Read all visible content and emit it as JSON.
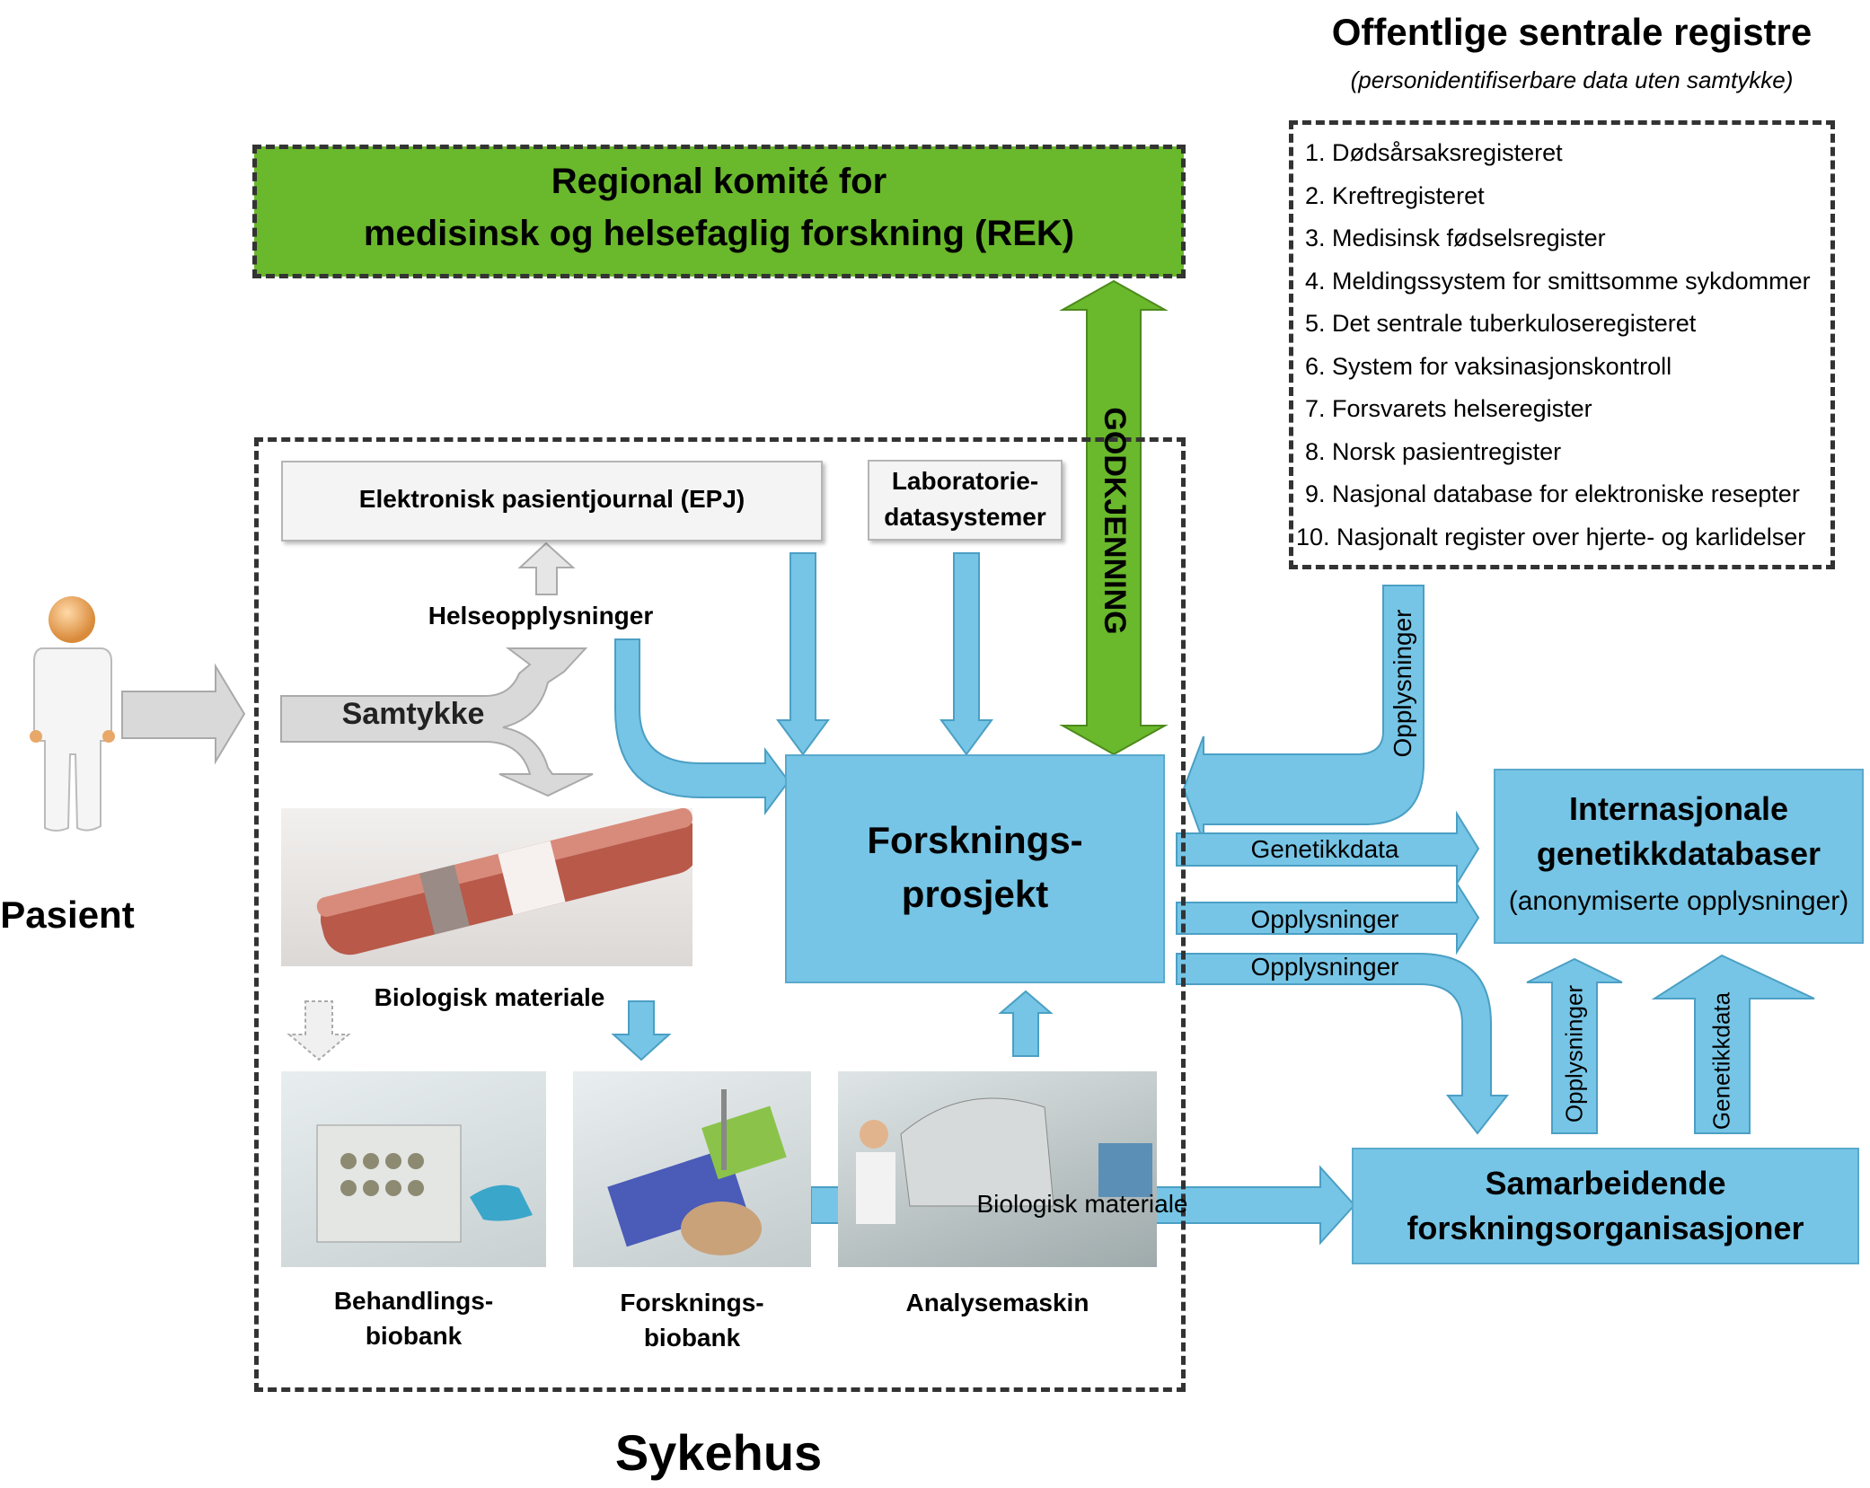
{
  "rek": {
    "line1": "Regional komité for",
    "line2": "medisinsk og helsefaglig forskning (REK)"
  },
  "registries": {
    "title": "Offentlige sentrale registre",
    "subtitle": "(personidentifiserbare data uten samtykke)",
    "items": [
      "1. Dødsårsaksregisteret",
      "2. Kreftregisteret",
      "3. Medisinsk fødselsregister",
      "4. Meldingssystem for smittsomme sykdommer",
      "5. Det sentrale tuberkuloseregisteret",
      "6. System for vaksinasjonskontroll",
      "7. Forsvarets helseregister",
      "8. Norsk pasientregister",
      "9. Nasjonal database for elektroniske resepter",
      "10. Nasjonalt register over hjerte- og karlidelser"
    ]
  },
  "patient": {
    "label": "Pasient"
  },
  "hospital": {
    "label": "Sykehus",
    "epj": "Elektronisk pasientjournal (EPJ)",
    "lab_line1": "Laboratorie-",
    "lab_line2": "datasystemer",
    "helseopplysninger": "Helseopplysninger",
    "samtykke": "Samtykke",
    "biologisk_materiale": "Biologisk materiale",
    "behandlingsbiobank_line1": "Behandlings-",
    "behandlingsbiobank_line2": "biobank",
    "forskningsbiobank_line1": "Forsknings-",
    "forskningsbiobank_line2": "biobank",
    "analysemaskin": "Analysemaskin"
  },
  "project": {
    "line1": "Forsknings-",
    "line2": "prosjekt"
  },
  "godkjenning": "GODKJENNING",
  "international": {
    "line1": "Internasjonale",
    "line2": "genetikkdatabaser",
    "line3": "(anonymiserte opplysninger)"
  },
  "partners": {
    "line1": "Samarbeidende",
    "line2": "forskningsorganisasjoner"
  },
  "flows": {
    "opplysninger_registry": "Opplysninger",
    "genetikkdata": "Genetikkdata",
    "opplysninger_1": "Opplysninger",
    "opplysninger_2": "Opplysninger",
    "biologisk_materiale": "Biologisk materiale",
    "opplysninger_up": "Opplysninger",
    "genetikkdata_up": "Genetikkdata"
  },
  "colors": {
    "flow_blue": "#76c5e6",
    "rek_green": "#6ab82c",
    "flow_gray": "#d7d7d7"
  }
}
